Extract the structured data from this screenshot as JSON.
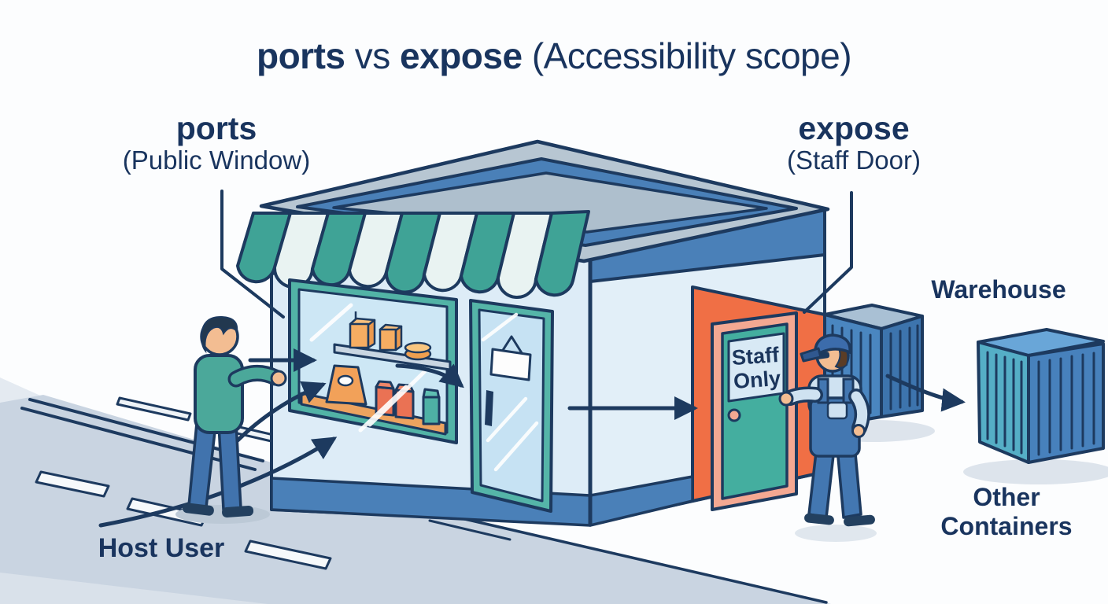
{
  "title": {
    "term1": "ports",
    "separator": " vs ",
    "term2": "expose",
    "suffix": " (Accessibility scope)"
  },
  "ports_label": {
    "term": "ports",
    "subtitle": "(Public Window)"
  },
  "expose_label": {
    "term": "expose",
    "subtitle": "(Staff Door)"
  },
  "scene_labels": {
    "warehouse": "Warehouse",
    "other_containers_line1": "Other",
    "other_containers_line2": "Containers",
    "host_user": "Host User"
  },
  "staff_sign": {
    "line1": "Staff",
    "line2": "Only"
  },
  "colors": {
    "outline_navy": "#1d3a5f",
    "text_navy": "#19345e",
    "wall_light_blue": "#ddecf7",
    "accent_blue": "#4a80b8",
    "awning_teal": "#3fa396",
    "awning_pale": "#e9f3f2",
    "door_teal": "#4db3a5",
    "expose_orange": "#f06f45",
    "frame_salmon": "#f4a892",
    "container_blue": "#4a86c0",
    "container_teal": "#55aec6",
    "road_gray": "#c9d4e1",
    "counter_orange": "#eda35f",
    "skin": "#f3bd92"
  }
}
